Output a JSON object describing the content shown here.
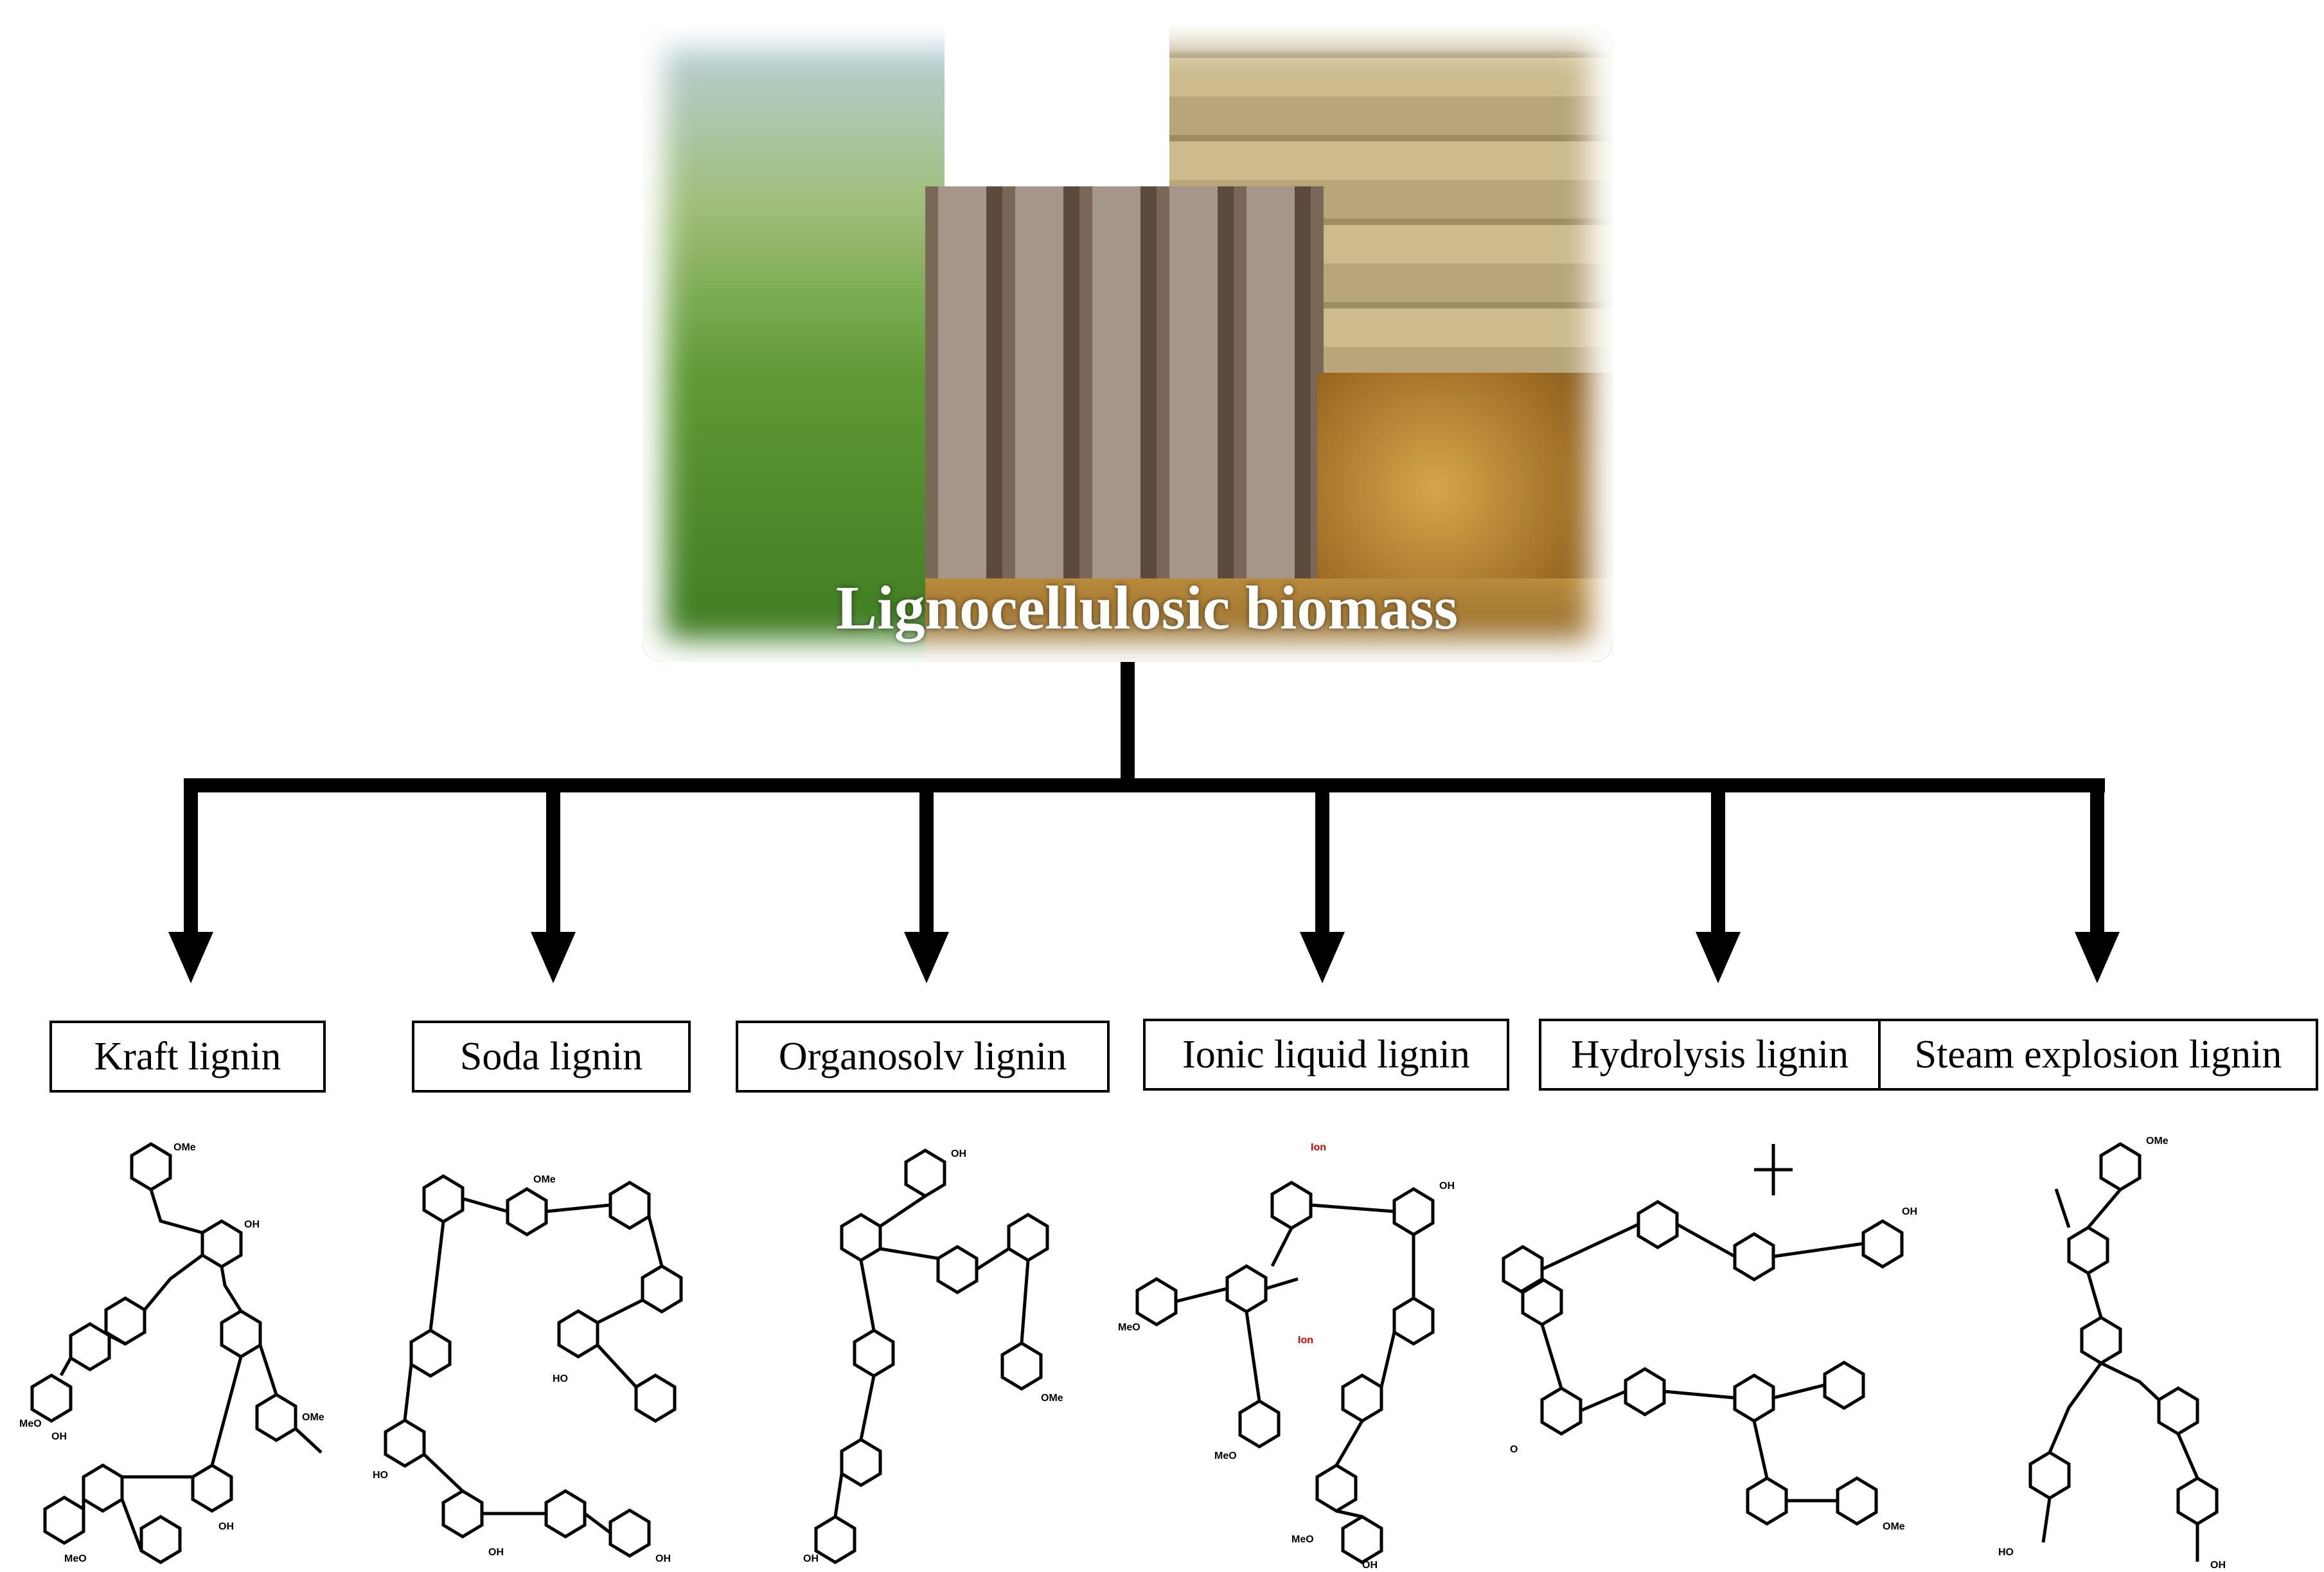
{
  "diagram": {
    "title": "Lignocellulosic biomass",
    "branches": [
      {
        "label": "Kraft lignin"
      },
      {
        "label": "Soda lignin"
      },
      {
        "label": "Organosolv lignin"
      },
      {
        "label": "Ionic liquid lignin"
      },
      {
        "label": "Hydrolysis lignin"
      },
      {
        "label": "Steam explosion lignin"
      }
    ]
  },
  "structure_labels": {
    "oh": "OH",
    "ome": "OMe",
    "meo": "MeO",
    "ho": "HO",
    "ion": "Ion",
    "o": "O"
  },
  "colors": {
    "line": "#000000",
    "ion_label": "#d40000"
  }
}
